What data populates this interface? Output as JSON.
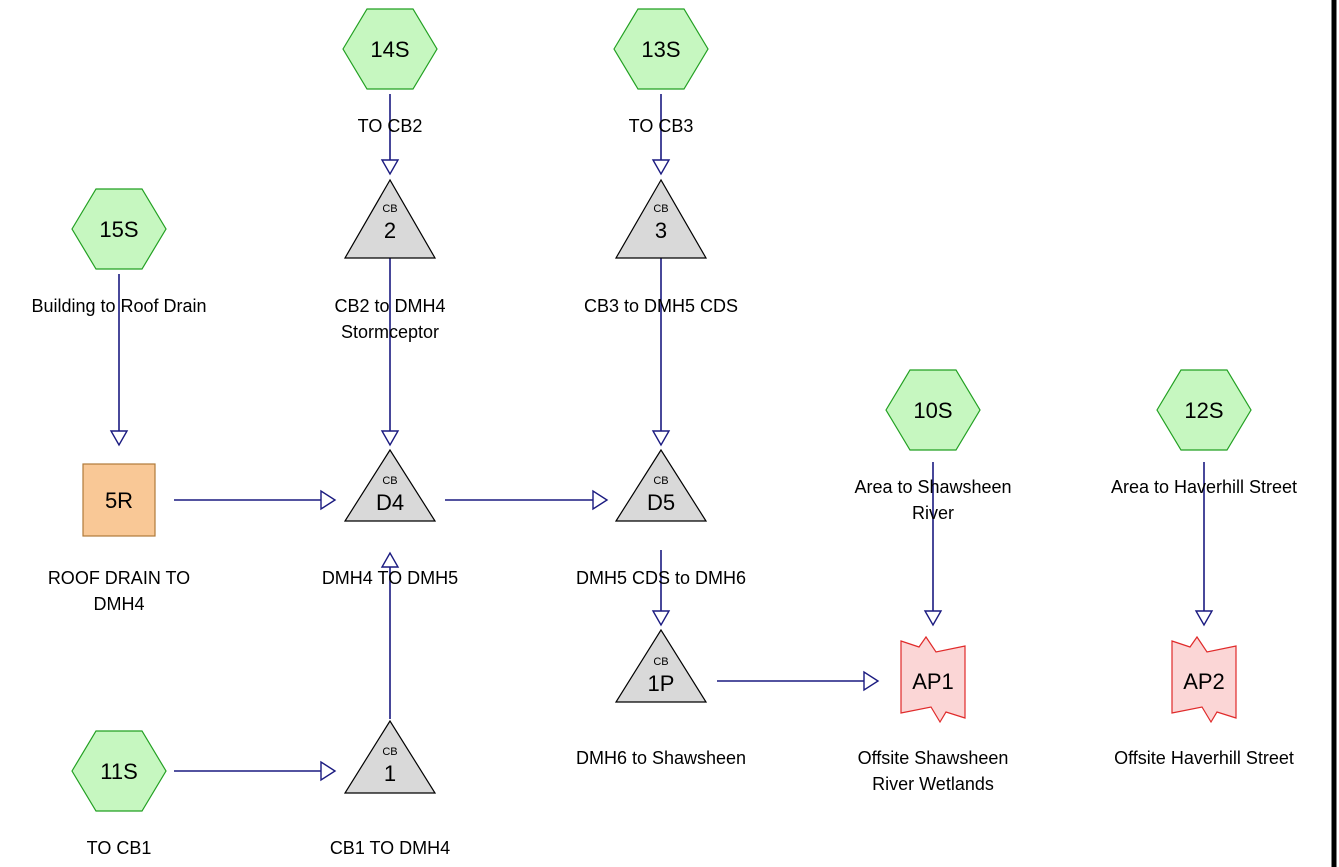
{
  "colors": {
    "subcatchment_fill": "#c6f7c0",
    "subcatchment_border": "#22a022",
    "pond_fill": "#d9d9d9",
    "reach_fill": "#f9c896",
    "link_fill": "#fbd6d6",
    "link_border": "#e02a2a",
    "connector": "#1a1a80"
  },
  "subcatchments": {
    "s14": {
      "id": "14S",
      "label": "TO CB2"
    },
    "s13": {
      "id": "13S",
      "label": "TO CB3"
    },
    "s15": {
      "id": "15S",
      "label": "Building to Roof Drain"
    },
    "s10": {
      "id": "10S",
      "label_line1": "Area to Shawsheen",
      "label_line2": "River"
    },
    "s12": {
      "id": "12S",
      "label": "Area to Haverhill Street"
    },
    "s11": {
      "id": "11S",
      "label": "TO CB1"
    }
  },
  "ponds": {
    "cb2": {
      "tag": "CB",
      "id": "2",
      "label_line1": "CB2 to DMH4",
      "label_line2": "Stormceptor"
    },
    "cb3": {
      "tag": "CB",
      "id": "3",
      "label": "CB3 to DMH5 CDS"
    },
    "d4": {
      "tag": "CB",
      "id": "D4",
      "label": "DMH4 TO DMH5"
    },
    "d5": {
      "tag": "CB",
      "id": "D5",
      "label": "DMH5 CDS to DMH6"
    },
    "p1": {
      "tag": "CB",
      "id": "1P",
      "label": "DMH6 to Shawsheen"
    },
    "cb1": {
      "tag": "CB",
      "id": "1",
      "label": "CB1 TO DMH4"
    }
  },
  "reaches": {
    "r5": {
      "id": "5R",
      "label_line1": "ROOF DRAIN TO",
      "label_line2": "DMH4"
    }
  },
  "links": {
    "ap1": {
      "id": "AP1",
      "label_line1": "Offsite Shawsheen",
      "label_line2": "River Wetlands"
    },
    "ap2": {
      "id": "AP2",
      "label": "Offsite Haverhill Street"
    }
  }
}
